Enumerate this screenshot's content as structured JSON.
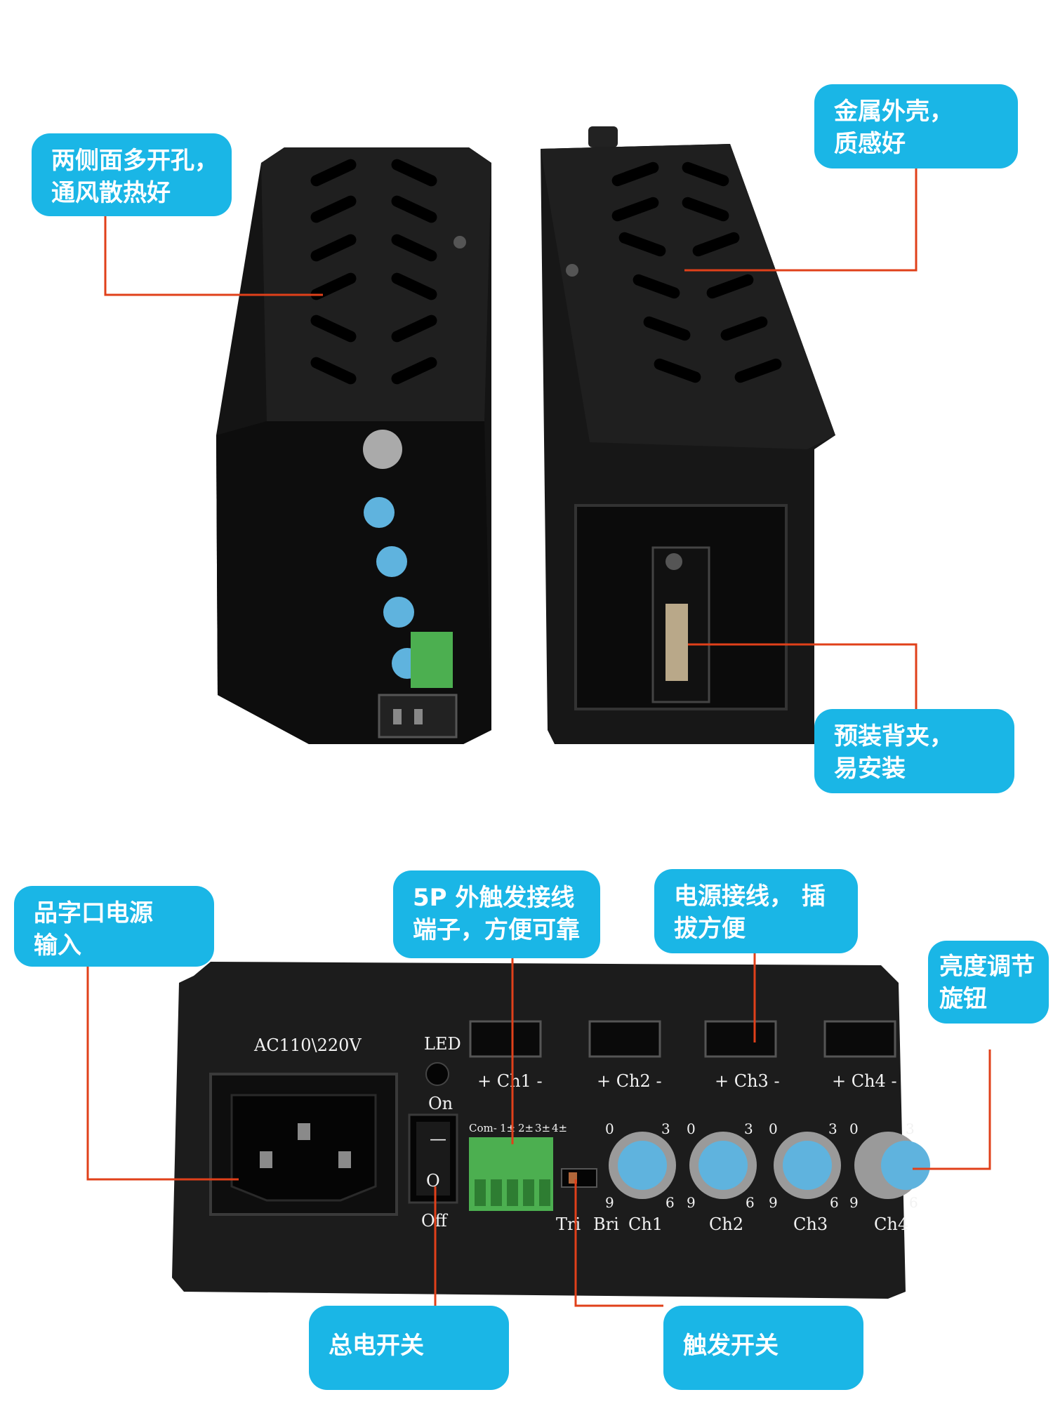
{
  "colors": {
    "accent": "#1ab6e6",
    "leader": "#e0401a",
    "housing": "#1c1c1c",
    "knob": "#5fb3de",
    "terminal": "#4caf50"
  },
  "callouts": {
    "vent": {
      "line1": "两侧面多开孔，",
      "line2": "通风散热好"
    },
    "shell": {
      "line1": "金属外壳，",
      "line2": "质感好"
    },
    "clip": {
      "line1": "预装背夹，",
      "line2": "易安装"
    },
    "power_input": {
      "line1": "品字口电源",
      "line2": "输入"
    },
    "terminal": {
      "line1": "5P 外触发接线",
      "line2": "端子，方便可靠"
    },
    "output": {
      "line1": "电源接线， 插",
      "line2": "拔方便"
    },
    "knob": {
      "line1": "亮度调节",
      "line2": "旋钮"
    },
    "main_switch": {
      "line1": "总电开关"
    },
    "trigger_switch": {
      "line1": "触发开关"
    }
  },
  "panel": {
    "ac_label": "AC110\\220V",
    "led_label": "LED",
    "on_label": "On",
    "off_label": "Off",
    "switch_i": "—",
    "switch_o": "O",
    "terminal_labels": [
      "Com-",
      "1±",
      "2±",
      "3±",
      "4±"
    ],
    "trigger_labels": [
      "Tri",
      "Bri",
      "Ch1"
    ],
    "channels": [
      {
        "label": "+ Ch1 -",
        "knob": "Ch1"
      },
      {
        "label": "+ Ch2 -",
        "knob": "Ch2"
      },
      {
        "label": "+ Ch3 -",
        "knob": "Ch3"
      },
      {
        "label": "+ Ch4 -",
        "knob": "Ch4"
      }
    ],
    "scale": {
      "s0": "0",
      "s3": "3",
      "s6": "6",
      "s9": "9"
    },
    "top_side_label": "AC110\\220V"
  }
}
